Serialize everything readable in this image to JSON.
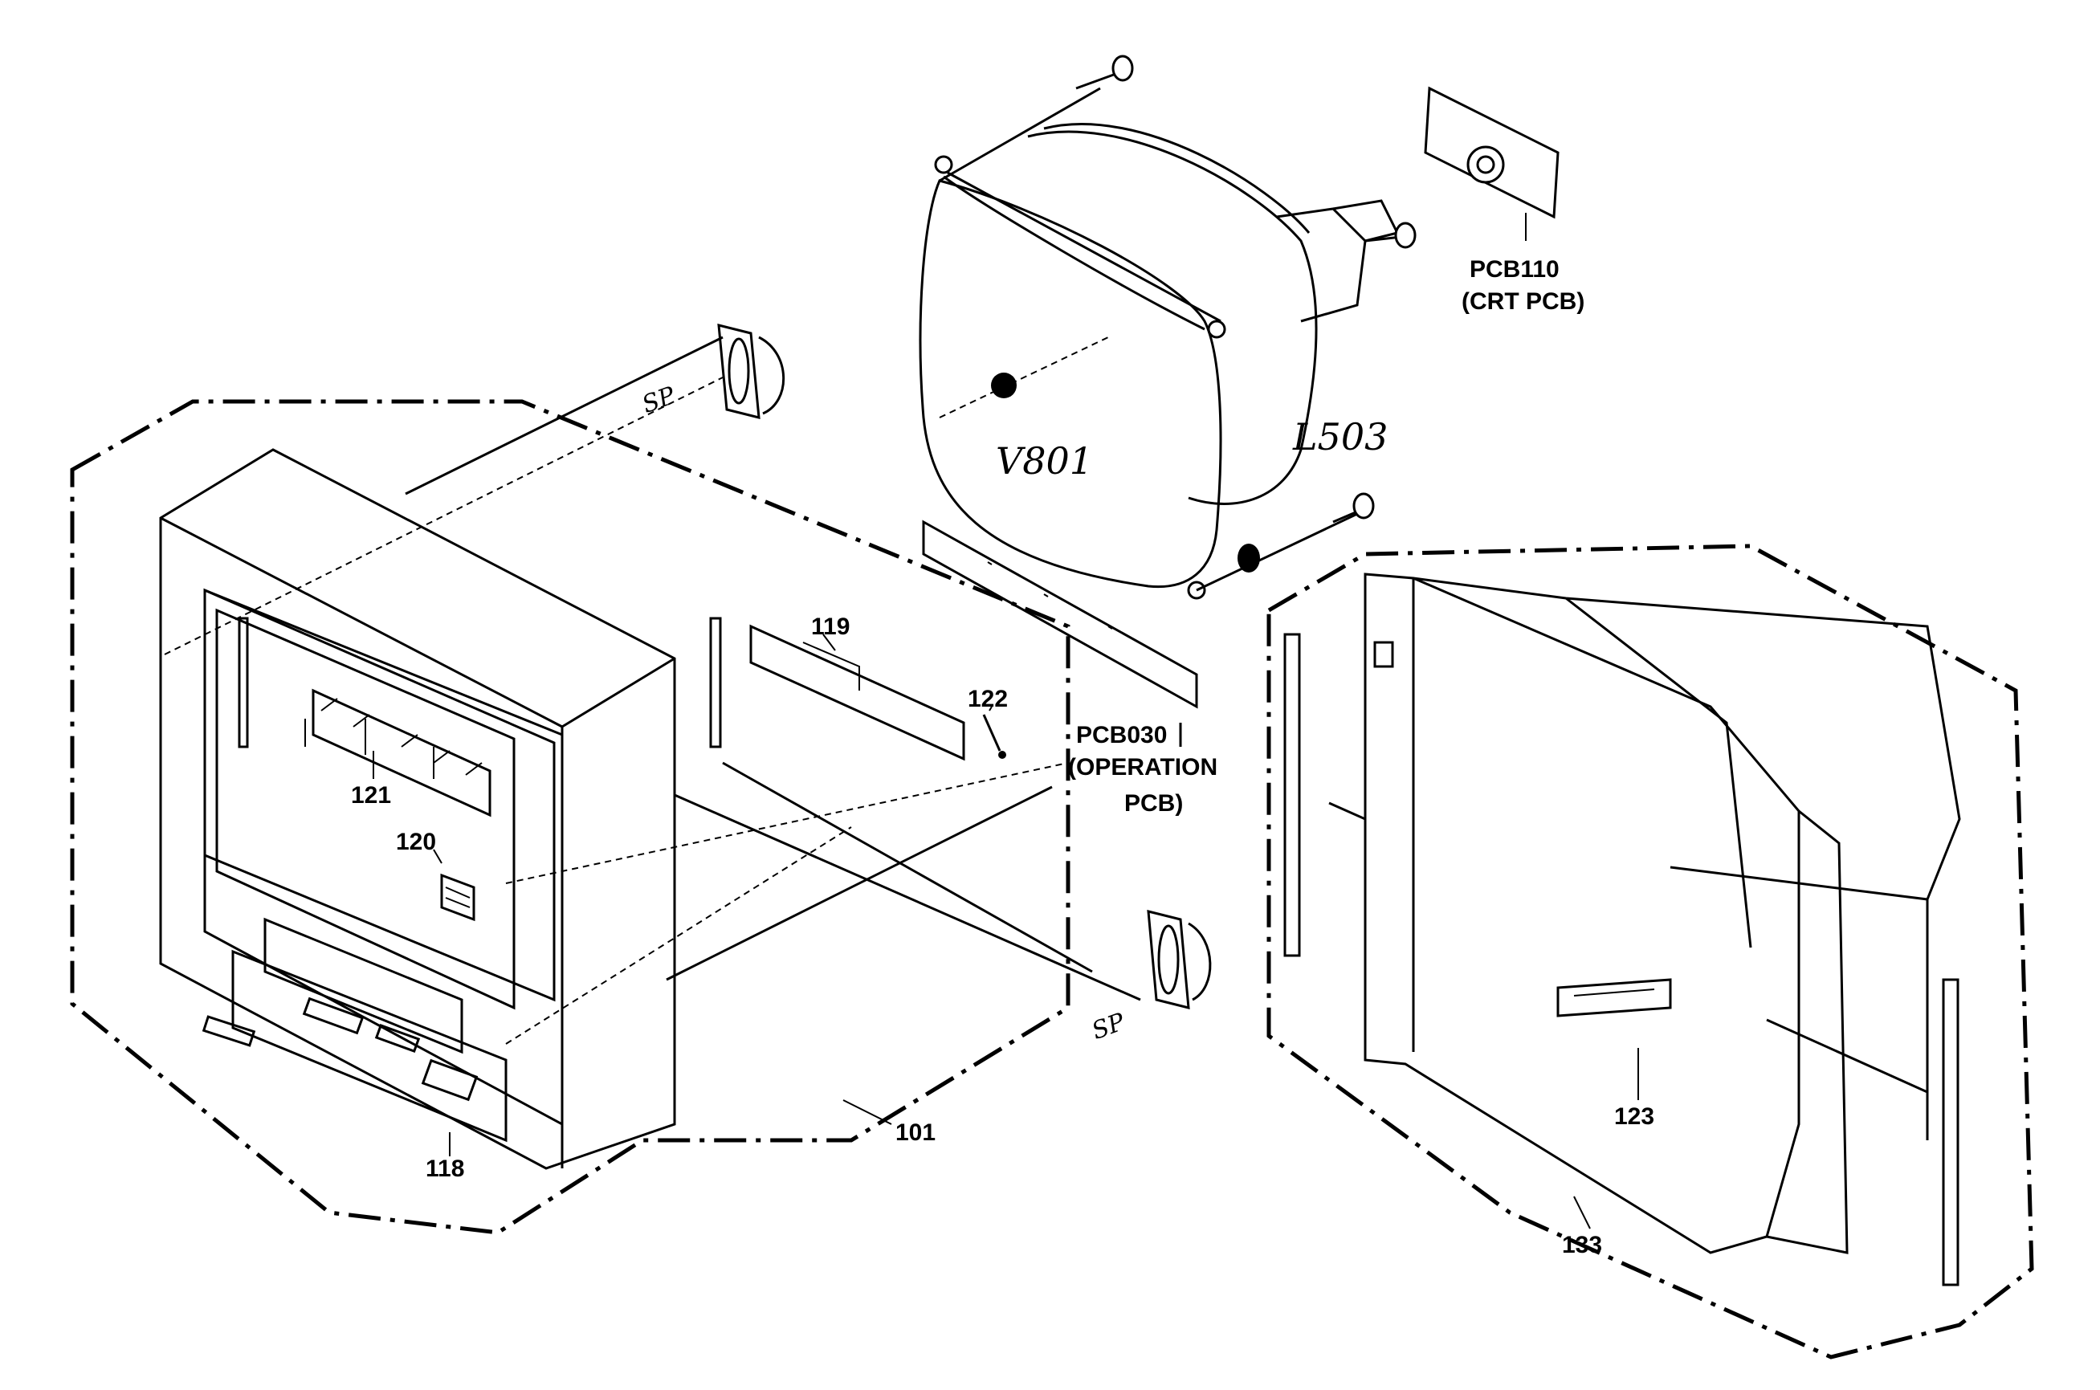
{
  "diagram": {
    "labels": {
      "p101": "101",
      "p118": "118",
      "p119": "119",
      "p120": "120",
      "p121": "121",
      "p122": "122",
      "p123": "123",
      "p133": "133",
      "pcb110_line1": "PCB110",
      "pcb110_line2": "(CRT PCB)",
      "pcb030_line1": "PCB030",
      "pcb030_line2": "(OPERATION",
      "pcb030_line3": "PCB)",
      "v801": "V801",
      "l503": "L503",
      "sp_top": "SP",
      "sp_bottom": "SP"
    }
  }
}
